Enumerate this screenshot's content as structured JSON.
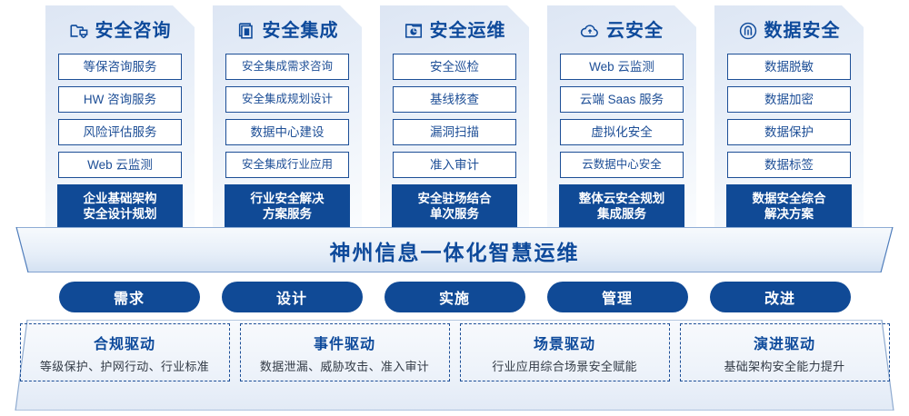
{
  "columns": [
    {
      "icon": "folder-shield-icon",
      "title": "安全咨询",
      "items": [
        "等保咨询服务",
        "HW 咨询服务",
        "风险评估服务",
        "Web 云监测"
      ],
      "highlight": [
        "企业基础架构",
        "安全设计规划"
      ]
    },
    {
      "icon": "integration-document-icon",
      "title": "安全集成",
      "items": [
        "安全集成需求咨询",
        "安全集成规划设计",
        "数据中心建设",
        "安全集成行业应用"
      ],
      "highlight": [
        "行业安全解决",
        "方案服务"
      ]
    },
    {
      "icon": "monitor-chart-icon",
      "title": "安全运维",
      "items": [
        "安全巡检",
        "基线核查",
        "漏洞扫描",
        "准入审计"
      ],
      "highlight": [
        "安全驻场结合",
        "单次服务"
      ]
    },
    {
      "icon": "cloud-icon",
      "title": "云安全",
      "items": [
        "Web 云监测",
        "云端 Saas 服务",
        "虚拟化安全",
        "云数据中心安全"
      ],
      "highlight": [
        "整体云安全规划",
        "集成服务"
      ]
    },
    {
      "icon": "fingerprint-icon",
      "title": "数据安全",
      "items": [
        "数据脱敏",
        "数据加密",
        "数据保护",
        "数据标签"
      ],
      "highlight": [
        "数据安全综合",
        "解决方案"
      ]
    }
  ],
  "banner": {
    "text": "神州信息一体化智慧运维"
  },
  "pills": [
    {
      "label": "需求"
    },
    {
      "label": "设计"
    },
    {
      "label": "实施"
    },
    {
      "label": "管理"
    },
    {
      "label": "改进"
    }
  ],
  "drivers": [
    {
      "title": "合规驱动",
      "subtitle": "等级保护、护网行动、行业标准"
    },
    {
      "title": "事件驱动",
      "subtitle": "数据泄漏、威胁攻击、准入审计"
    },
    {
      "title": "场景驱动",
      "subtitle": "行业应用综合场景安全赋能"
    },
    {
      "title": "演进驱动",
      "subtitle": "基础架构安全能力提升"
    }
  ],
  "colors": {
    "primary_blue": "#104A96",
    "title_blue": "#0E4A9B",
    "border_blue": "#1C4E96",
    "card_bg_light": "#eef3fa",
    "white": "#ffffff"
  }
}
